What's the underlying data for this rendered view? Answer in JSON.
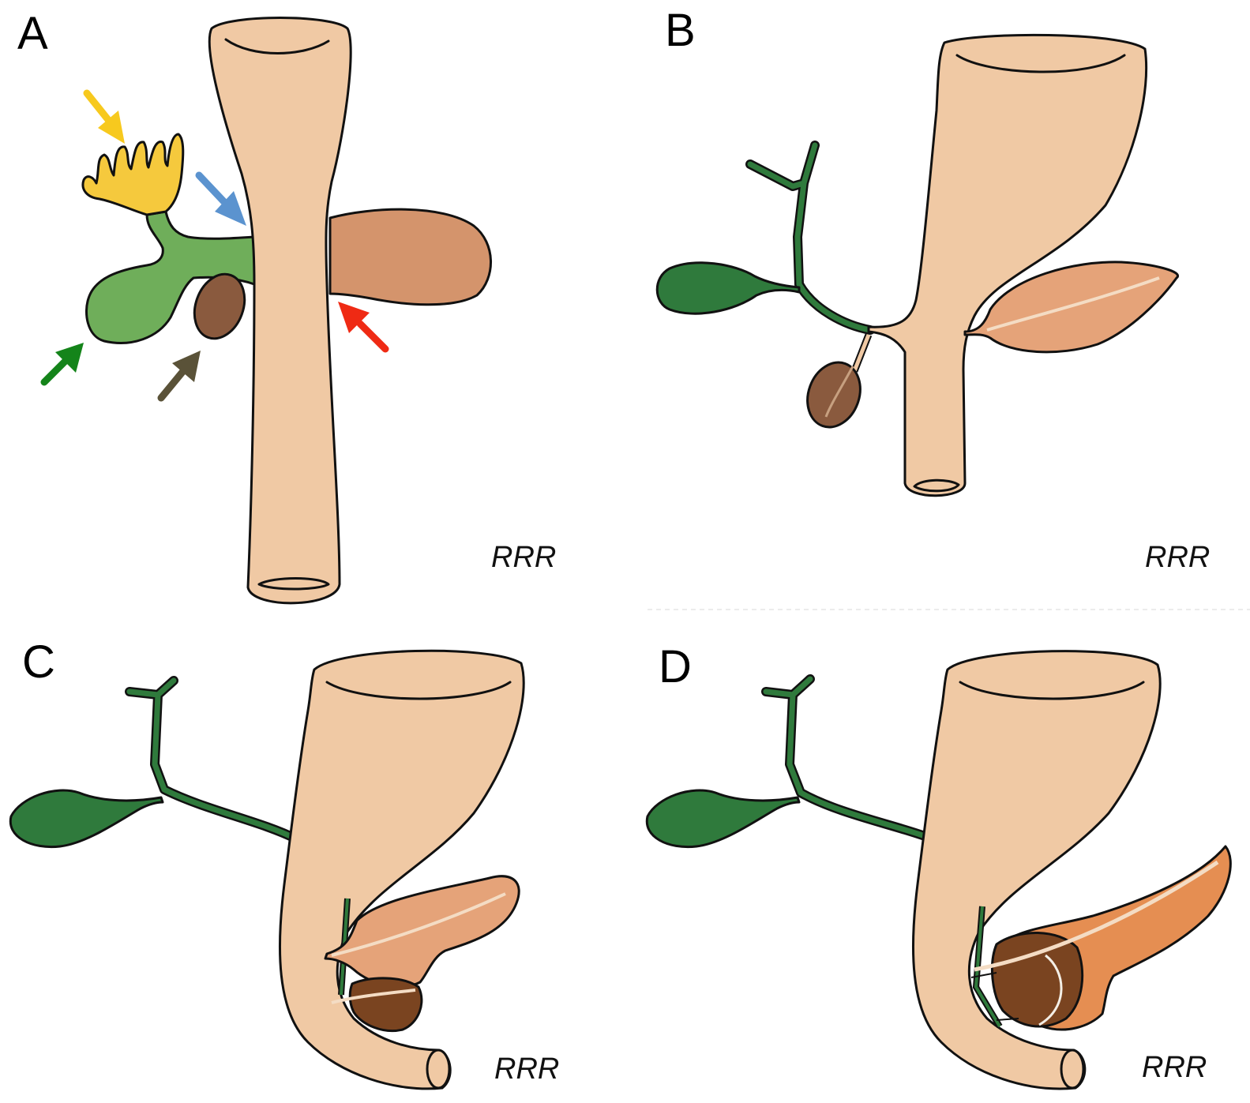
{
  "panels": [
    {
      "letter": "A",
      "signature": "RRR"
    },
    {
      "letter": "B",
      "signature": "RRR"
    },
    {
      "letter": "C",
      "signature": "RRR"
    },
    {
      "letter": "D",
      "signature": "RRR"
    }
  ],
  "colors": {
    "gut": "#f0c9a4",
    "stomach_bud": "#d4946c",
    "pancreas": "#e5a379",
    "liver_bud_green": "#6fae5a",
    "dark_green": "#2f7a3c",
    "ventral_bud_brown": "#8a5a3e",
    "dark_brown": "#7a4420",
    "yellow": "#f5c93d",
    "arrow_yellow": "#f7c91e",
    "arrow_blue": "#5b93cf",
    "arrow_green": "#14841a",
    "arrow_olive": "#5a5238",
    "arrow_red": "#ef2a14"
  },
  "arrows": [
    "arrow-yellow-icon",
    "arrow-blue-icon",
    "arrow-green-icon",
    "arrow-olive-icon",
    "arrow-red-icon"
  ]
}
